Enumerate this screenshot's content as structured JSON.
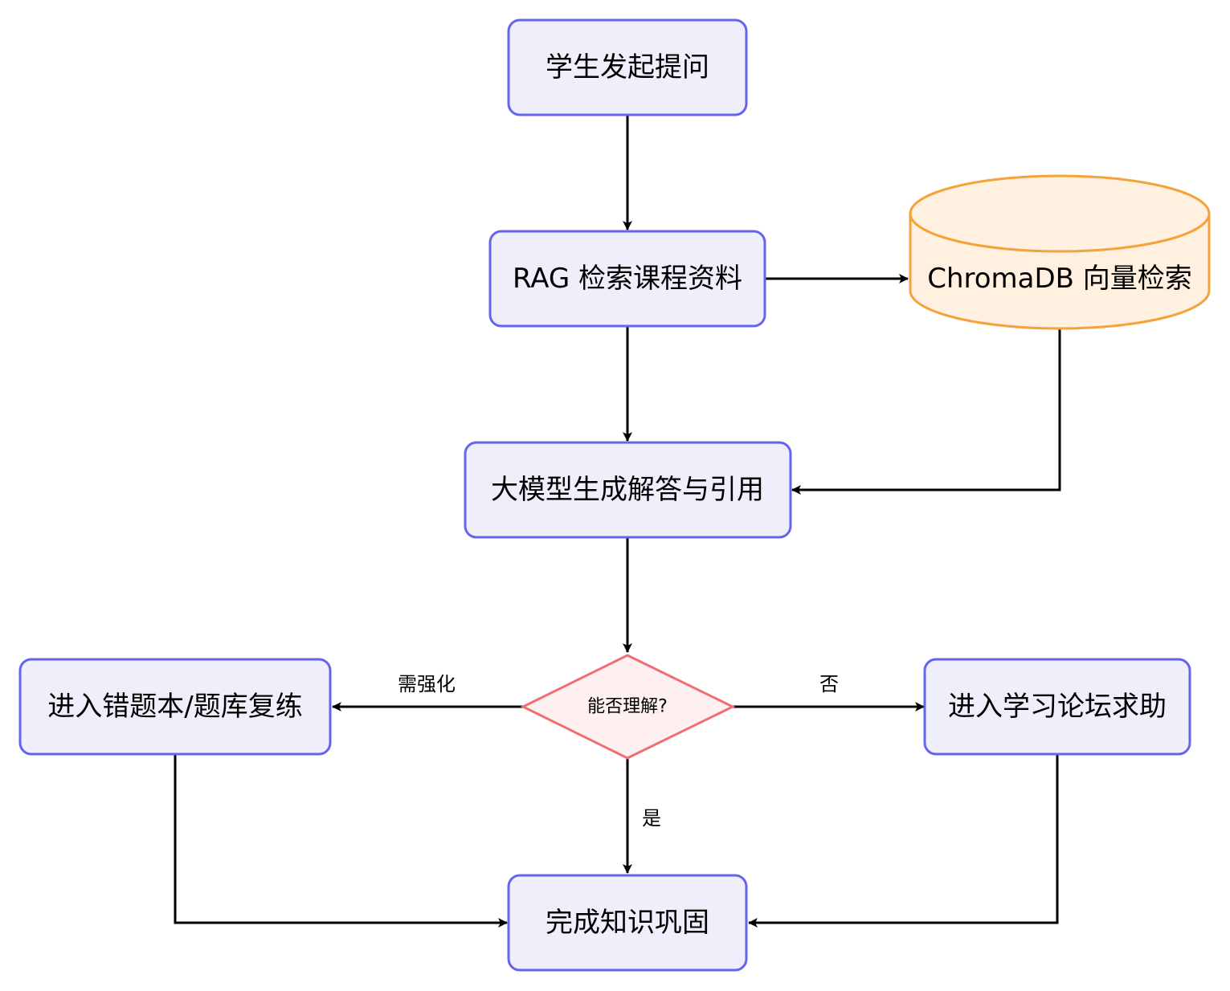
{
  "nodes": {
    "ask": "学生发起提问",
    "rag": "RAG 检索课程资料",
    "chroma": "ChromaDB 向量检索",
    "llm": "大模型生成解答与引用",
    "decision": "能否理解?",
    "wrongbook": "进入错题本/题库复练",
    "forum": "进入学习论坛求助",
    "done": "完成知识巩固"
  },
  "edges": {
    "reinforce_label": "需强化",
    "no_label": "否",
    "yes_label": "是"
  },
  "colors": {
    "process_fill": "#efeffb",
    "process_stroke": "#6464ee",
    "db_fill": "#fff0e0",
    "db_stroke": "#f4a23a",
    "decision_fill": "#fff0f0",
    "decision_stroke": "#ee6e73",
    "edge": "#000000"
  }
}
